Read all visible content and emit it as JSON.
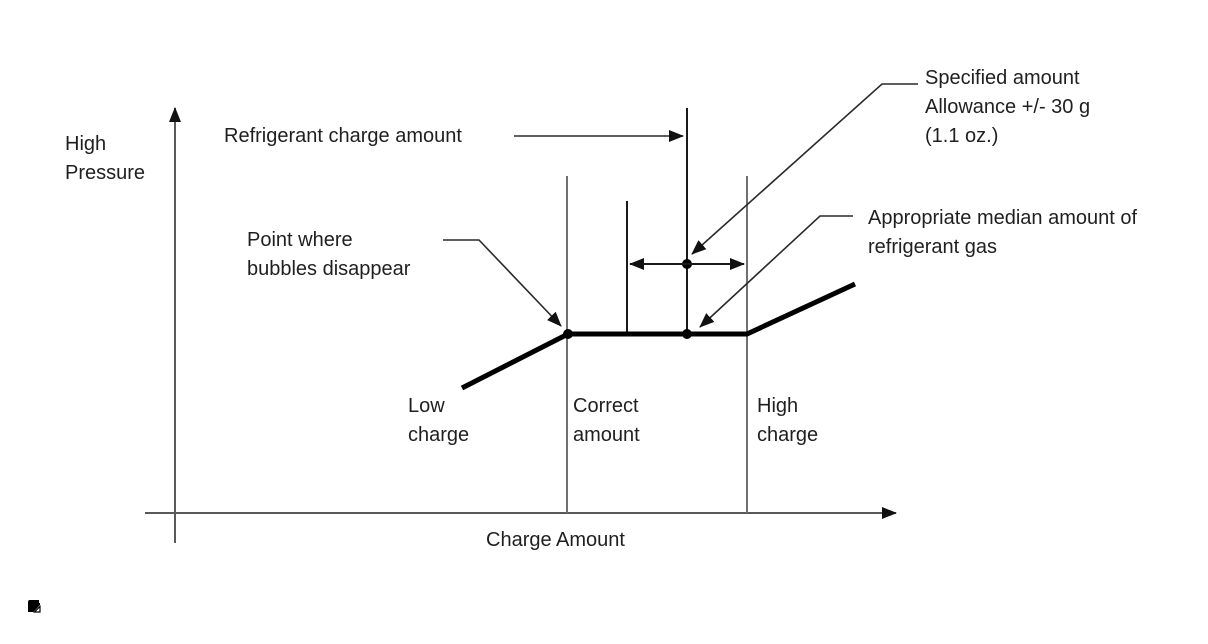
{
  "diagram": {
    "y_axis_label_lines": [
      "High",
      "Pressure"
    ],
    "x_axis_label": "Charge Amount",
    "callouts": {
      "refrigerant_charge_amount": "Refrigerant charge amount",
      "point_where_bubbles_lines": [
        "Point where",
        "bubbles disappear"
      ],
      "specified_amount_lines": [
        "Specified amount",
        "Allowance +/- 30 g",
        "(1.1 oz.)"
      ],
      "appropriate_median_lines": [
        "Appropriate median amount of",
        "refrigerant gas"
      ]
    },
    "zone_labels": {
      "low_lines": [
        "Low",
        "charge"
      ],
      "correct_lines": [
        "Correct",
        "amount"
      ],
      "high_lines": [
        "High",
        "charge"
      ]
    },
    "colors": {
      "curve": "#000000",
      "axis": "#595959",
      "zone_boundary": "#707070",
      "inner_marker_line": "#1a1a1a",
      "leader": "#2a2a2a",
      "text": "#1f1f1f",
      "background": "#ffffff"
    },
    "icon": "illustration-marker-icon"
  }
}
